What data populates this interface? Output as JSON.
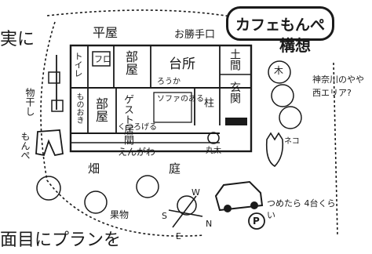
{
  "title": "カフェもんぺ",
  "subtitle": "構想",
  "top_left_text": "実に",
  "bottom_text": "面目にプランを",
  "house": {
    "label": "平屋",
    "rooms": {
      "toilet": "トイレ",
      "bath": "フロ",
      "room1": "部屋",
      "kitchen": "台所",
      "doma": "土間",
      "storage": "ものおき",
      "room2": "部屋",
      "guest_room": "ゲスト居間",
      "sofa_note": "ソファのある",
      "pillar": "柱",
      "entrance": "玄関",
      "corridor": "ろうか",
      "vertical_note": "くつろげる"
    },
    "engawa": "えんがわ"
  },
  "outside": {
    "oven_note": "お勝手口",
    "laundry": "物干し",
    "monpe": "もんぺ",
    "field": "畑",
    "garden": "庭",
    "fruit": "果物",
    "tree": "木",
    "maruta": "丸太",
    "cat_note": "ネコ",
    "region": "神奈川のやや西エリア?",
    "parking": "つめたら 4台くらい",
    "parking_symbol": "P"
  },
  "compass": {
    "n": "N",
    "s": "S",
    "e": "E",
    "w": "W"
  }
}
